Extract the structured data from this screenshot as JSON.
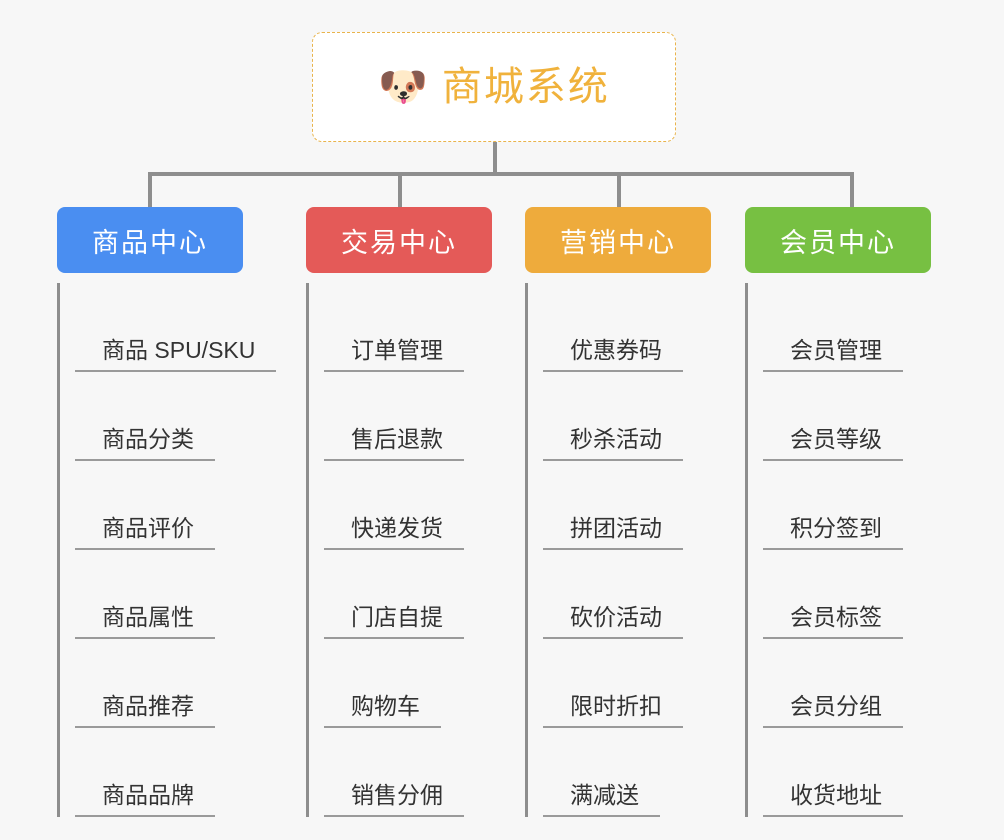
{
  "background_color": "#f7f7f7",
  "root": {
    "icon": "dog-face-emoji",
    "emoji": "🐶",
    "title": "商城系统",
    "title_color": "#f0b23c",
    "border_color": "#e9b44c",
    "background_color": "#ffffff"
  },
  "connector_color": "#8e8e8e",
  "columns": [
    {
      "id": "product-center",
      "label": "商品中心",
      "color": "#4a8ef1",
      "items": [
        {
          "label": "商品 SPU/SKU"
        },
        {
          "label": "商品分类"
        },
        {
          "label": "商品评价"
        },
        {
          "label": "商品属性"
        },
        {
          "label": "商品推荐"
        },
        {
          "label": "商品品牌"
        }
      ]
    },
    {
      "id": "trade-center",
      "label": "交易中心",
      "color": "#e45a58",
      "items": [
        {
          "label": "订单管理"
        },
        {
          "label": "售后退款"
        },
        {
          "label": "快递发货"
        },
        {
          "label": "门店自提"
        },
        {
          "label": "购物车"
        },
        {
          "label": "销售分佣"
        }
      ]
    },
    {
      "id": "marketing-center",
      "label": "营销中心",
      "color": "#eeab3c",
      "items": [
        {
          "label": "优惠券码"
        },
        {
          "label": "秒杀活动"
        },
        {
          "label": "拼团活动"
        },
        {
          "label": "砍价活动"
        },
        {
          "label": "限时折扣"
        },
        {
          "label": "满减送"
        }
      ]
    },
    {
      "id": "member-center",
      "label": "会员中心",
      "color": "#77c042",
      "items": [
        {
          "label": "会员管理"
        },
        {
          "label": "会员等级"
        },
        {
          "label": "积分签到"
        },
        {
          "label": "会员标签"
        },
        {
          "label": "会员分组"
        },
        {
          "label": "收货地址"
        }
      ]
    }
  ]
}
